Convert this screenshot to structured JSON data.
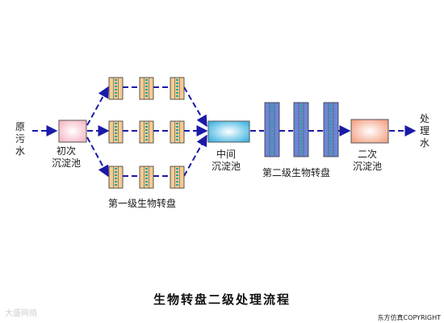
{
  "labels": {
    "inlet": "原污水",
    "primary": "初次\n沉淀池",
    "stage1": "第一级生物转盘",
    "middle": "中间\n沉淀池",
    "stage2": "第二级生物转盘",
    "secondary": "二次\n沉淀池",
    "outlet": "处理水"
  },
  "title": "生物转盘二级处理流程",
  "copyright": "东方仿真COPYRIGHT",
  "watermark": "大盛网络",
  "colors": {
    "flow_line": "#1a1aa8",
    "primary_tank": "#f6b9c6",
    "middle_tank": "#46b7e3",
    "secondary_tank": "#f4a589",
    "stage1_disc": "#f3cc93",
    "stage1_shaft": "#2aa39a",
    "stage2_disc": "#6e86d8",
    "stage2_shaft": "#2aa39a"
  }
}
